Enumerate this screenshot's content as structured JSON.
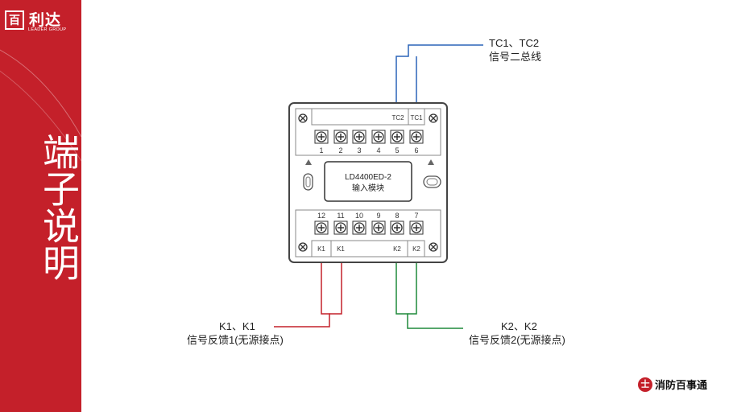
{
  "sidebar": {
    "logo_glyph": "百",
    "brand_name": "利达",
    "brand_sub": "LEADER GROUP",
    "title": "端子说明"
  },
  "module": {
    "model": "LD4400ED-2",
    "name": "输入模块",
    "top_terminals": [
      "1",
      "2",
      "3",
      "4",
      "5",
      "6"
    ],
    "top_labels": [
      "TC2",
      "TC1"
    ],
    "bottom_terminals": [
      "12",
      "11",
      "10",
      "9",
      "8",
      "7"
    ],
    "bottom_labels": [
      "K1",
      "K1",
      "K2",
      "K2"
    ]
  },
  "callouts": {
    "tc_line1": "TC1、TC2",
    "tc_line2": "信号二总线",
    "k1_line1": "K1、K1",
    "k1_line2": "信号反馈1(无源接点)",
    "k2_line1": "K2、K2",
    "k2_line2": "信号反馈2(无源接点)"
  },
  "wire_colors": {
    "tc": "#2a63b8",
    "k1": "#c4202a",
    "k2": "#1f8a3a"
  },
  "footer": {
    "icon_glyph": "士",
    "text": "消防百事通"
  }
}
